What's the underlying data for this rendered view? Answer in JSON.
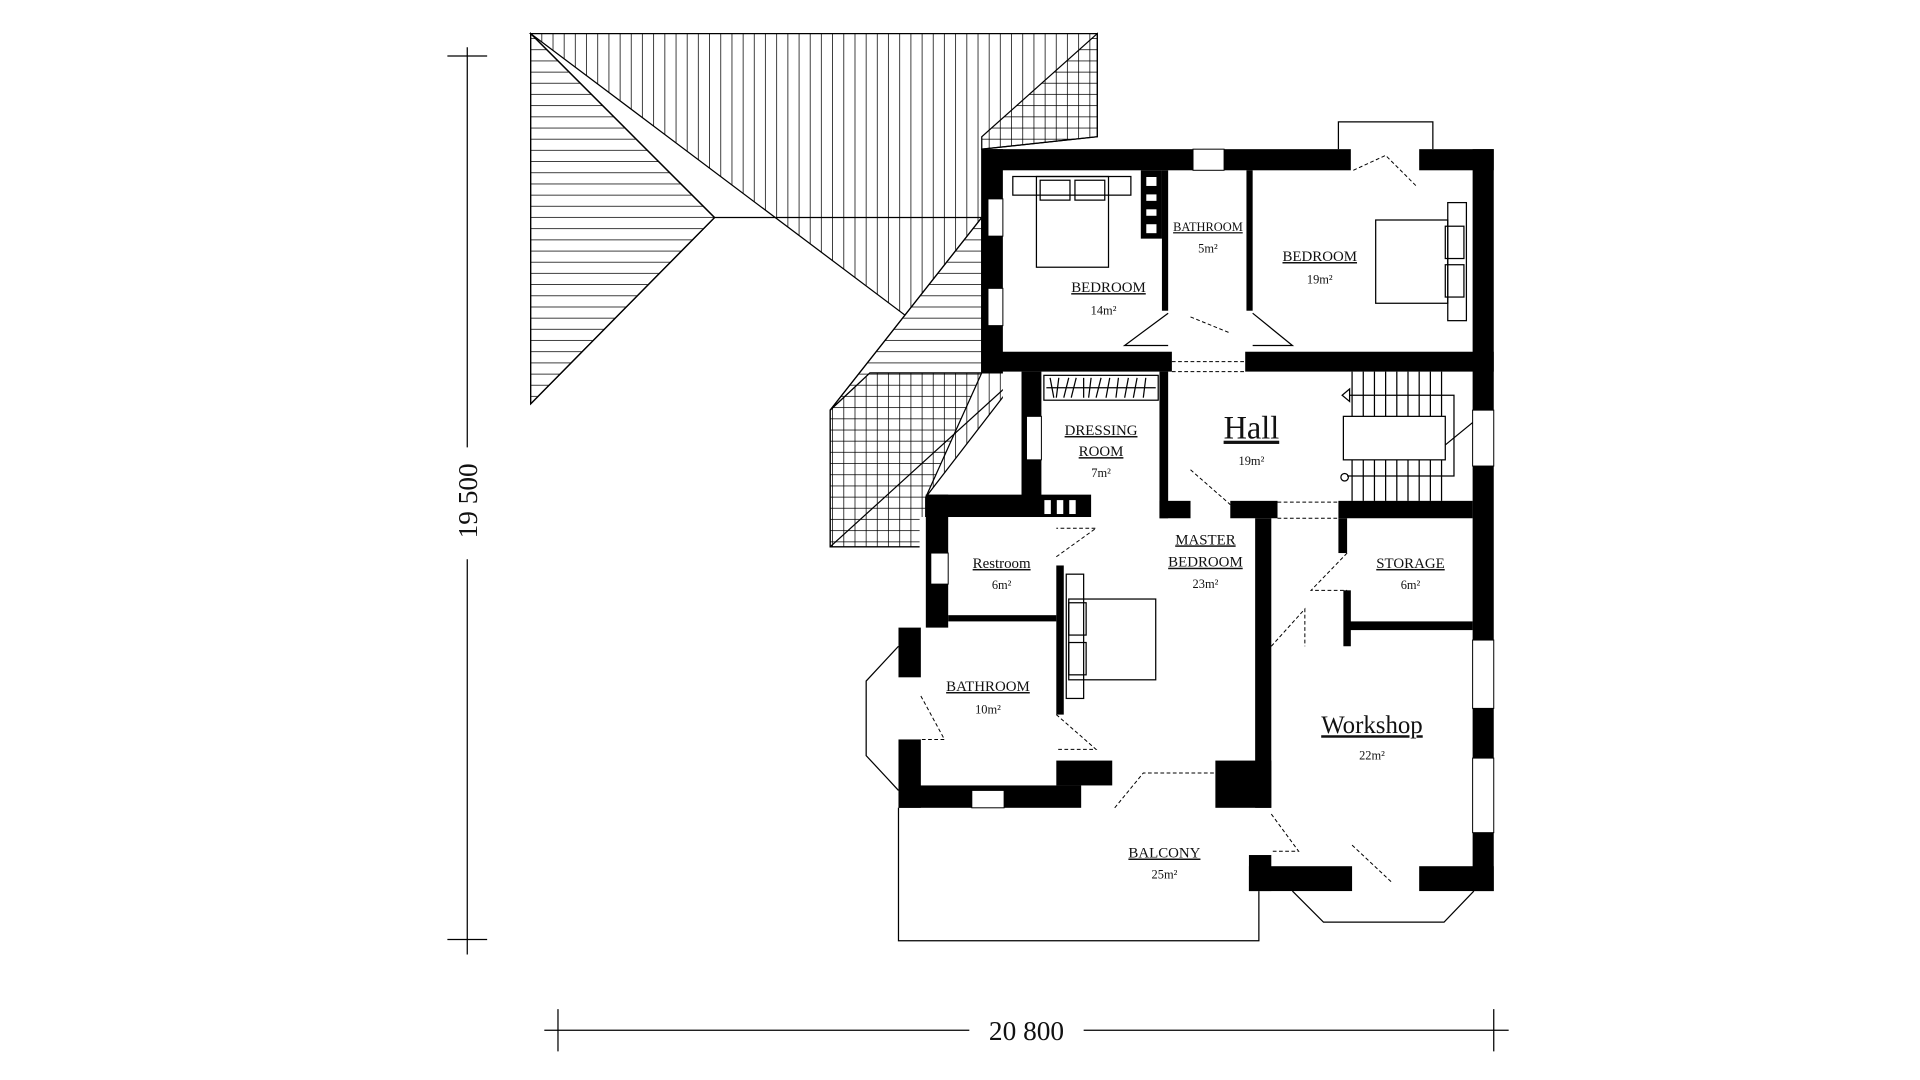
{
  "plan": {
    "dimensions": {
      "height_label": "19 500",
      "width_label": "20 800"
    },
    "rooms": [
      {
        "name": "BEDROOM",
        "area": "14",
        "unit": "m²"
      },
      {
        "name": "BATHROOM",
        "area": "5",
        "unit": "m²"
      },
      {
        "name": "BEDROOM",
        "area": "19",
        "unit": "m²"
      },
      {
        "name": "DRESSING",
        "name2": "ROOM",
        "area": "7",
        "unit": "m²"
      },
      {
        "name": "Hall",
        "area": "19",
        "unit": "m²"
      },
      {
        "name": "MASTER",
        "name2": "BEDROOM",
        "area": "23",
        "unit": "m²"
      },
      {
        "name": "Restroom",
        "area": "6",
        "unit": "m²"
      },
      {
        "name": "STORAGE",
        "area": "6",
        "unit": "m²"
      },
      {
        "name": "BATHROOM",
        "area": "10",
        "unit": "m²"
      },
      {
        "name": "Workshop",
        "area": "22",
        "unit": "m²"
      },
      {
        "name": "BALCONY",
        "area": "25",
        "unit": "m²"
      }
    ],
    "colors": {
      "wall": "#000000",
      "background": "#ffffff"
    }
  }
}
